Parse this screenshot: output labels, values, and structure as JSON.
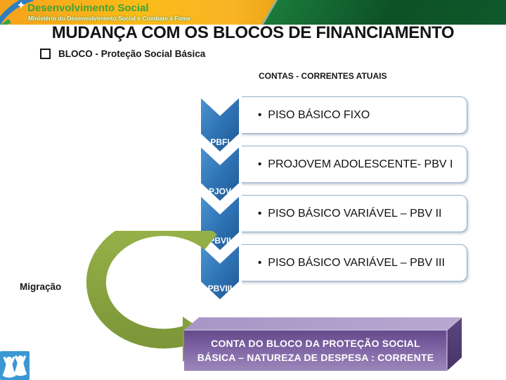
{
  "brand": {
    "name": "Desenvolvimento Social",
    "subtitle": "Ministério do Desenvolvimento Social e Combate à Fome"
  },
  "slide": {
    "title": "MUDANÇA COM OS BLOCOS DE FINANCIAMENTO",
    "block_bullet": "BLOCO - Proteção Social Básica",
    "column_header": "CONTAS - CORRENTES ATUAIS",
    "migration_label": "Migração",
    "bullet_char": "•"
  },
  "rows": [
    {
      "tag": "PBFI",
      "label": "PISO BÁSICO FIXO"
    },
    {
      "tag": "PJOV",
      "label": "PROJOVEM ADOLESCENTE- PBV I"
    },
    {
      "tag": "PBVII",
      "label": "PISO BÁSICO VARIÁVEL – PBV II"
    },
    {
      "tag": "PBVIII",
      "label": "PISO BÁSICO VARIÁVEL – PBV III"
    }
  ],
  "footer_box": {
    "line1": "CONTA DO BLOCO DA  PROTEÇÃO SOCIAL",
    "line2": "BÁSICA – NATUREZA DE DESPESA : CORRENTE"
  },
  "icons": {
    "flag": "brazil-flag-ribbon-icon",
    "people": "people-logo-icon",
    "bullet_square": "square-bullet-icon",
    "chevron": "down-chevron-icon",
    "arrow": "curved-migration-arrow-icon"
  },
  "colors": {
    "header_yellow": "#f9b425",
    "header_green": "#0d5126",
    "brand_green": "#3fa338",
    "chevron_blue_dark": "#205a9b",
    "chevron_blue_light": "#4f96d2",
    "box_border": "#95b3cd",
    "arrow_green": "#8aa63e",
    "purple_front": "#7e64a4",
    "purple_top": "#ab9ac8",
    "purple_side": "#503b72",
    "icon_blue": "#3b97d3",
    "text_dark": "#141414"
  }
}
